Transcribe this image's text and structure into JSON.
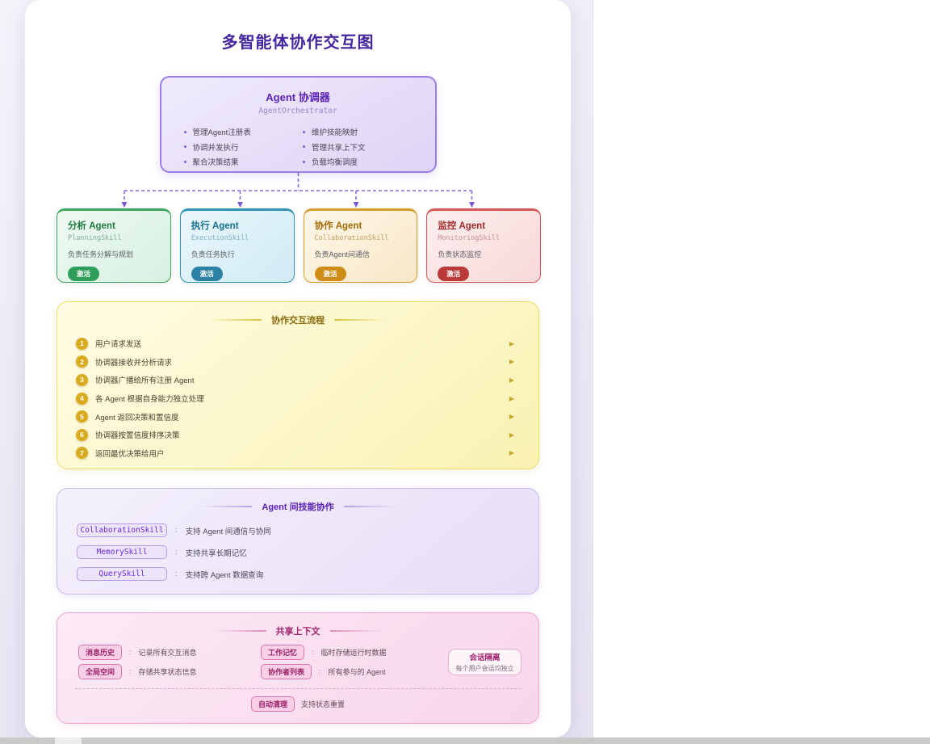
{
  "page": {
    "title": "多智能体协作交互图"
  },
  "orchestrator": {
    "title": "Agent 协调器",
    "subtitle": "AgentOrchestrator",
    "bullets_left": [
      "管理Agent注册表",
      "协调并发执行",
      "聚合决策结果"
    ],
    "bullets_right": [
      "维护技能映射",
      "管理共享上下文",
      "负载均衡调度"
    ]
  },
  "agents": [
    {
      "name": "分析 Agent",
      "skill": "PlanningSkill",
      "desc": "负责任务分解与规划",
      "badge": "激活",
      "theme": "green",
      "color": "#3ba55d"
    },
    {
      "name": "执行 Agent",
      "skill": "ExecutionSkill",
      "desc": "负责任务执行",
      "badge": "激活",
      "theme": "teal",
      "color": "#2e93b4"
    },
    {
      "name": "协作 Agent",
      "skill": "CollaborationSkill",
      "desc": "负责Agent间通信",
      "badge": "激活",
      "theme": "orange",
      "color": "#db9a2d"
    },
    {
      "name": "监控 Agent",
      "skill": "MonitoringSkill",
      "desc": "负责状态监控",
      "badge": "激活",
      "theme": "red",
      "color": "#d45656"
    }
  ],
  "flow": {
    "title": "协作交互流程",
    "arrow": "▶",
    "steps": [
      "用户请求发送",
      "协调器接收并分析请求",
      "协调器广播给所有注册 Agent",
      "各 Agent 根据自身能力独立处理",
      "Agent 返回决策和置信度",
      "协调器按置信度排序决策",
      "返回最优决策给用户"
    ]
  },
  "skills": {
    "title": "Agent 间技能协作",
    "separator": ":",
    "items": [
      {
        "name": "CollaborationSkill",
        "desc": "支持 Agent 间通信与协同"
      },
      {
        "name": "MemorySkill",
        "desc": "支持共享长期记忆"
      },
      {
        "name": "QuerySkill",
        "desc": "支持跨 Agent 数据查询"
      }
    ]
  },
  "context": {
    "title": "共享上下文",
    "separator": ":",
    "items": [
      {
        "tag": "消息历史",
        "desc": "记录所有交互消息"
      },
      {
        "tag": "工作记忆",
        "desc": "临时存储运行时数据"
      },
      {
        "tag": "全局空间",
        "desc": "存储共享状态信息"
      },
      {
        "tag": "协作者列表",
        "desc": "所有参与的 Agent"
      }
    ],
    "session_card": {
      "title": "会话隔离",
      "desc": "每个用户会话均独立"
    },
    "footer": {
      "tag": "自动清理",
      "desc": "支持状态重置"
    }
  },
  "colors": {
    "title": "#45279e",
    "orchestrator_border": "#9b7ce8",
    "connector": "#8b69e0",
    "flow_accent": "#d9ab1e",
    "skills_accent": "#6d28d9",
    "context_accent": "#a32570"
  }
}
